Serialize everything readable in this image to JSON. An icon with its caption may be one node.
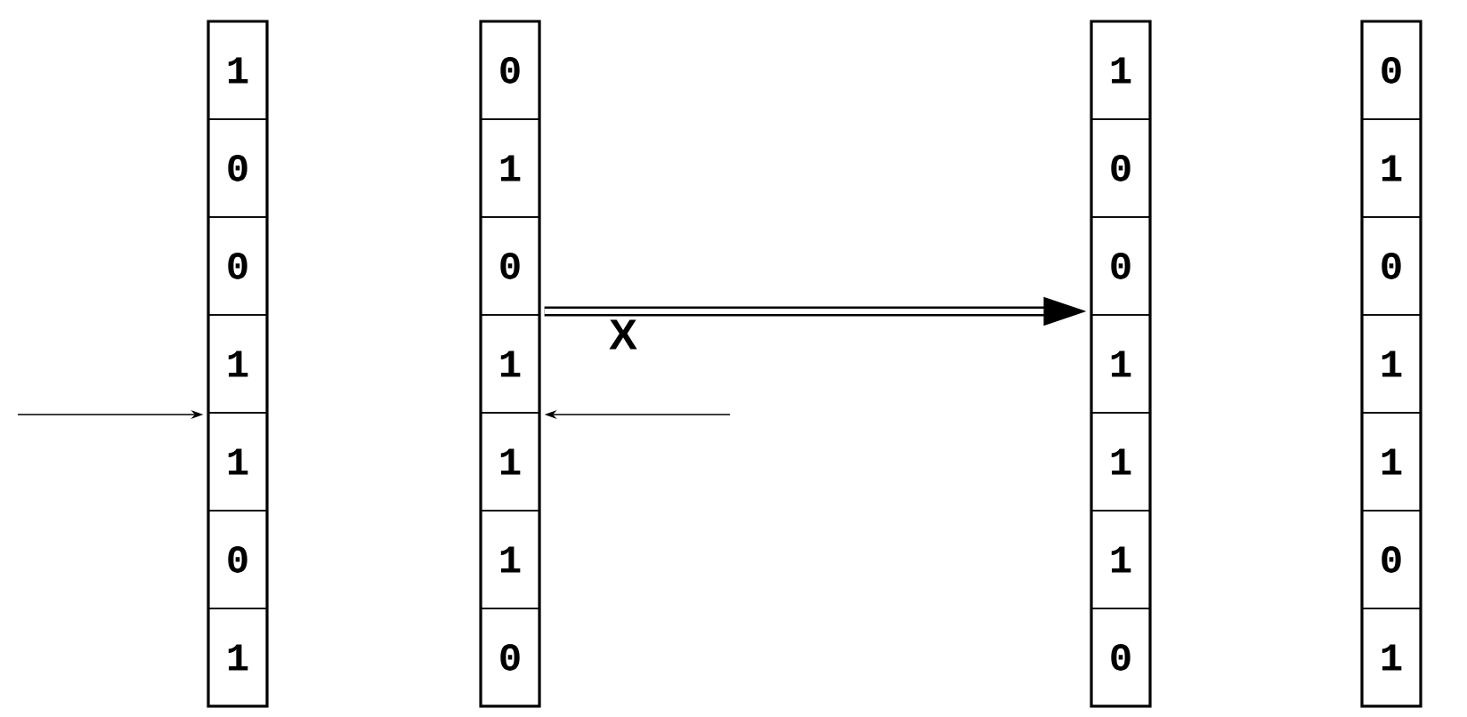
{
  "diagram": {
    "nodes": [
      {
        "text": [],
        "shape": "box"
      },
      {
        "text": [
          "1"
        ],
        "in": 0
      },
      {
        "text": [
          "0"
        ],
        "in": 0
      },
      {
        "text": [
          "0"
        ],
        "in": 0
      },
      {
        "text": [
          "1"
        ],
        "in": 0
      },
      {
        "text": [
          "1"
        ],
        "in": 0
      },
      {
        "text": [
          "0"
        ],
        "in": 0
      },
      {
        "text": [
          "1"
        ],
        "in": 0
      },
      {
        "text": [],
        "shape": "box"
      },
      {
        "text": [
          "0"
        ],
        "in": 8
      },
      {
        "text": [
          "1"
        ],
        "in": 8
      },
      {
        "text": [
          "0"
        ],
        "in": 8
      },
      {
        "text": [
          "1"
        ],
        "in": 8
      },
      {
        "text": [
          "1"
        ],
        "in": 8
      },
      {
        "text": [
          "1"
        ],
        "in": 8
      },
      {
        "text": [
          "0"
        ],
        "in": 8
      },
      {
        "text": [],
        "shape": "box"
      },
      {
        "text": [
          "1"
        ],
        "in": 16
      },
      {
        "text": [
          "0"
        ],
        "in": 16
      },
      {
        "text": [
          "0"
        ],
        "in": 16
      },
      {
        "text": [
          "1"
        ],
        "in": 16
      },
      {
        "text": [
          "1"
        ],
        "in": 16
      },
      {
        "text": [
          "1"
        ],
        "in": 16
      },
      {
        "text": [
          "0"
        ],
        "in": 16
      },
      {
        "text": [],
        "shape": "box"
      },
      {
        "text": [
          "0"
        ],
        "in": 24
      },
      {
        "text": [
          "1"
        ],
        "in": 24
      },
      {
        "text": [
          "0"
        ],
        "in": 24
      },
      {
        "text": [
          "1"
        ],
        "in": 24
      },
      {
        "text": [
          "1"
        ],
        "in": 24
      },
      {
        "text": [
          "0"
        ],
        "in": 24
      },
      {
        "text": [
          "1"
        ],
        "in": 24
      }
    ],
    "edges": [
      {
        "from": null,
        "to": 0,
        "arrow": "to"
      },
      {
        "from": null,
        "to": 8,
        "arrow": "to"
      },
      {
        "from": 8,
        "to": 16,
        "arrow": "to",
        "style": "thick"
      }
    ],
    "labels": [
      "X"
    ]
  }
}
